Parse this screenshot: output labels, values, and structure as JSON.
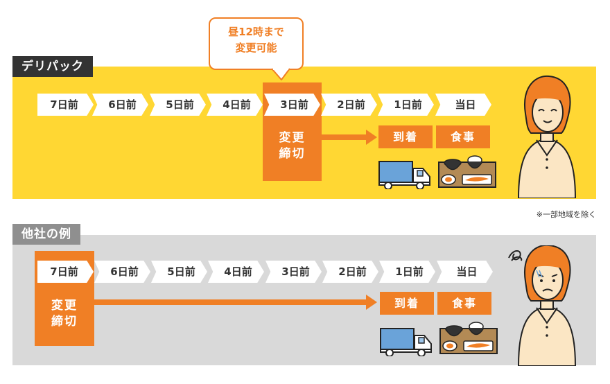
{
  "speech_bubble": {
    "line1": "昼12時まで",
    "line2": "変更可能"
  },
  "footnote": "※一部地域を除く",
  "colors": {
    "accent": "#f07f25",
    "top_band": "#ffd733",
    "bottom_band": "#d9d9d9"
  },
  "deripack": {
    "label": "デリパック",
    "days": [
      "7日前",
      "6日前",
      "5日前",
      "4日前",
      "3日前",
      "2日前",
      "1日前",
      "当日"
    ],
    "deadline_line1": "変更",
    "deadline_line2": "締切",
    "arrival": "到着",
    "meal": "食事"
  },
  "others": {
    "label": "他社の例",
    "days": [
      "7日前",
      "6日前",
      "5日前",
      "4日前",
      "3日前",
      "2日前",
      "1日前",
      "当日"
    ],
    "deadline_line1": "変更",
    "deadline_line2": "締切",
    "arrival": "到着",
    "meal": "食事"
  }
}
